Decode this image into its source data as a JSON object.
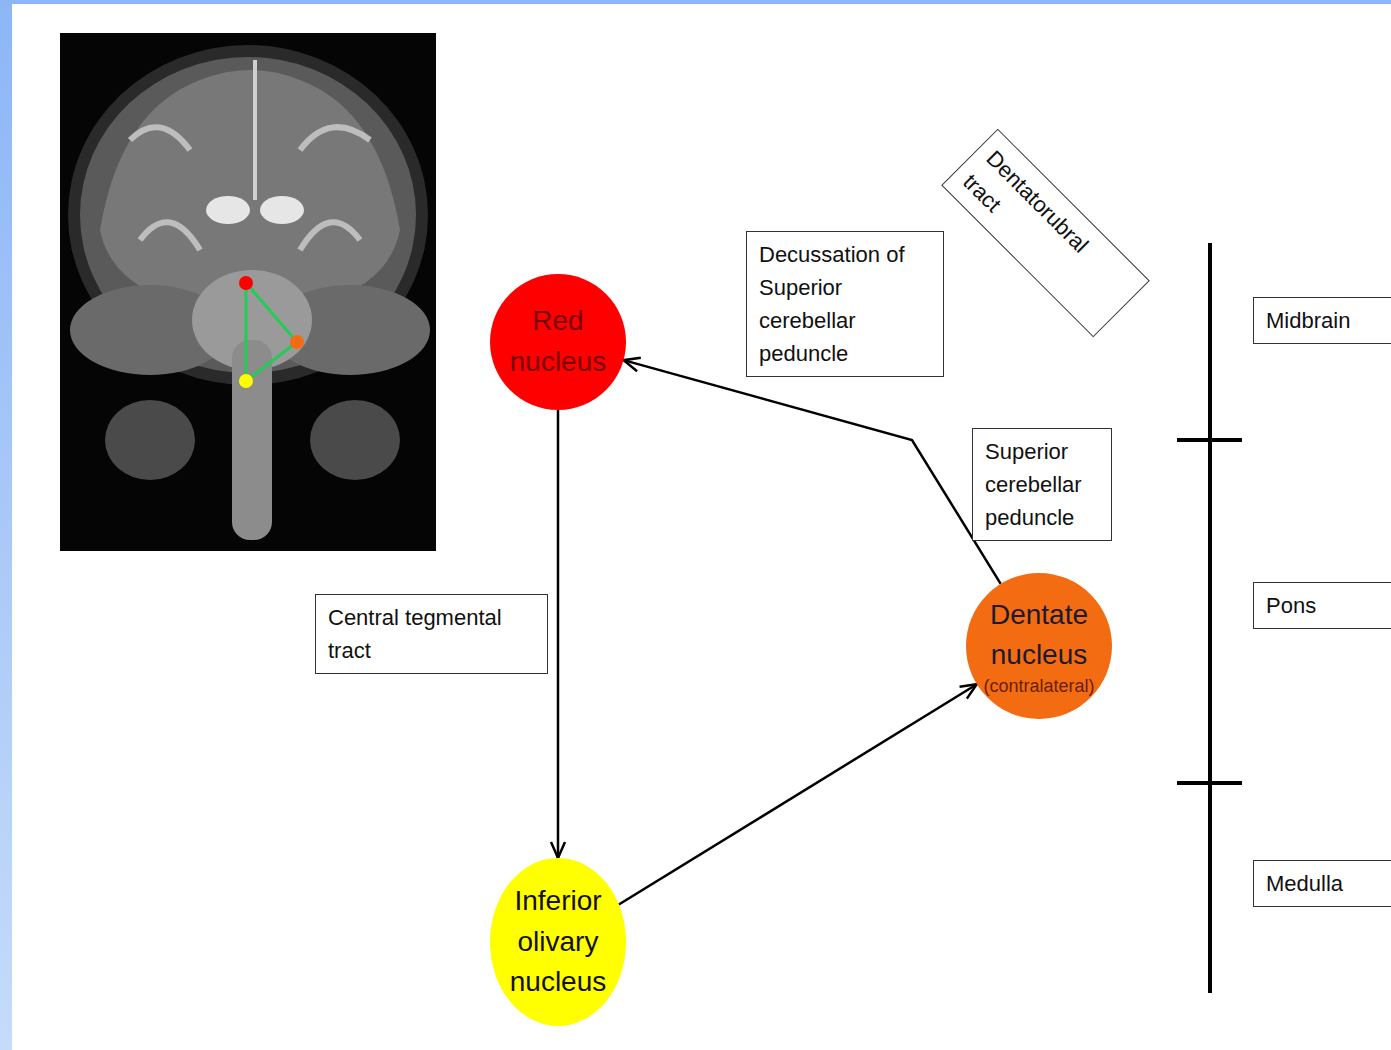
{
  "diagram": {
    "nodes": [
      {
        "text": [
          "Dentatorubral tract"
        ]
      },
      {
        "text": [
          "Decussation of Superior cerebellar peduncle"
        ]
      },
      {
        "text": [
          "Midbrain"
        ]
      },
      {
        "text": [
          "Red nucleus"
        ]
      },
      {
        "text": [
          "Superior cerebellar peduncle"
        ]
      },
      {
        "text": [
          "Pons"
        ]
      },
      {
        "text": [
          "Dentate nucleus",
          "(contralateral)"
        ]
      },
      {
        "text": [
          "Central tegmental tract"
        ]
      },
      {
        "text": [
          "Medulla"
        ]
      },
      {
        "text": [
          "Inferior olivary nucleus"
        ]
      }
    ],
    "edges": [
      {
        "from": 3,
        "to": 9,
        "arrow": "to"
      },
      {
        "from": 9,
        "to": 6,
        "arrow": "to"
      },
      {
        "from": 6,
        "to": 3,
        "arrow": "to"
      }
    ]
  }
}
